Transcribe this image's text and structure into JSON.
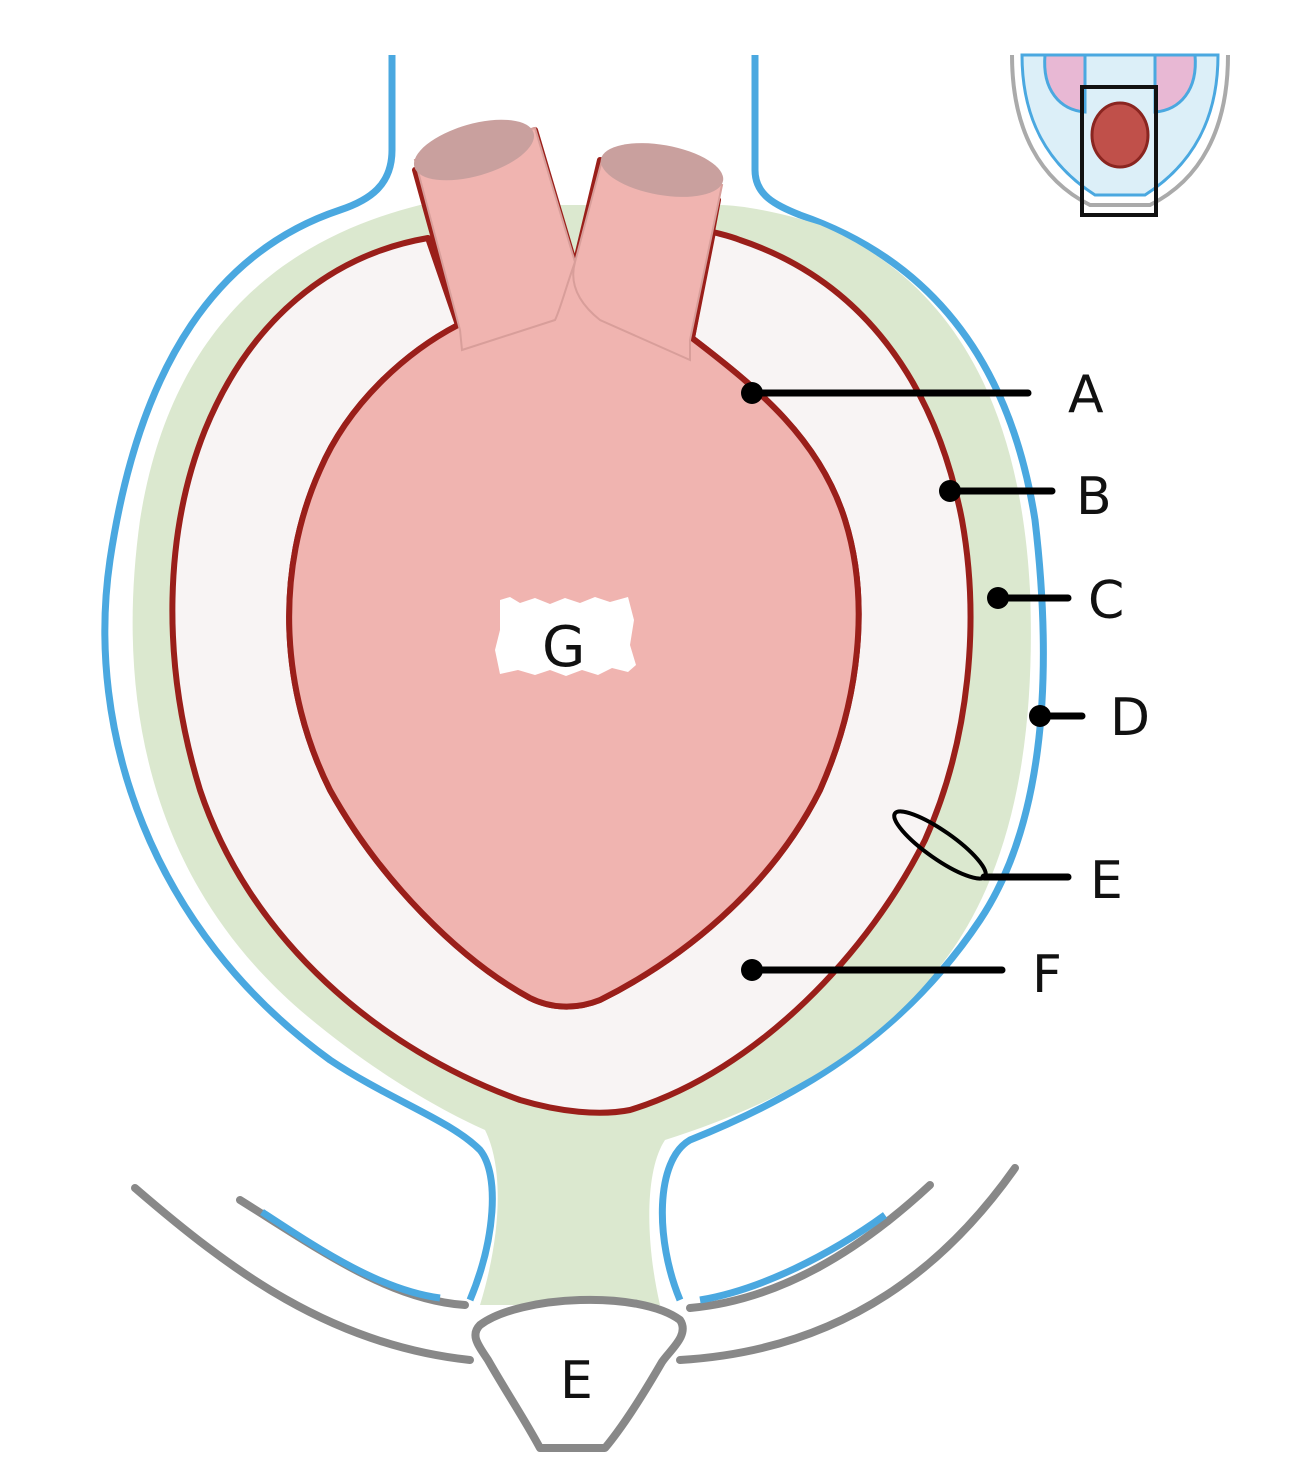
{
  "labels": {
    "a": "A",
    "b": "B",
    "c": "C",
    "d": "D",
    "e": "E",
    "f": "F",
    "g": "G",
    "e_bottom": "E"
  },
  "colors": {
    "heart": "#f0b4b0",
    "vessel_cap": "#c9a09e",
    "serous_line": "#9a1f1a",
    "pericardial_cavity": "#f8f4f4",
    "fibrous_layer": "#dbe8cf",
    "pleura": "#4aa8e0",
    "bone": "#888888",
    "leader": "#000000"
  }
}
